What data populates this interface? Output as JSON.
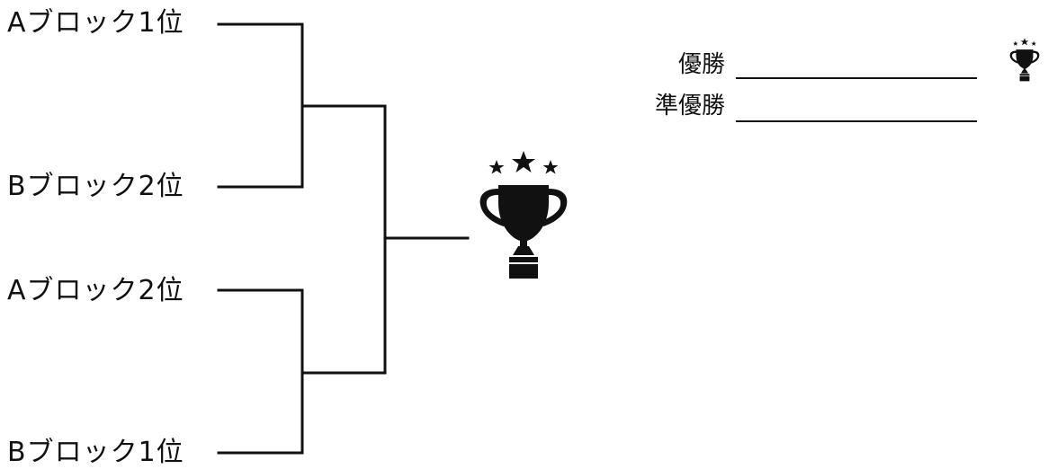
{
  "bracket": {
    "entrants": [
      {
        "label": "Aブロック1位"
      },
      {
        "label": "Bブロック2位"
      },
      {
        "label": "Aブロック2位"
      },
      {
        "label": "Bブロック1位"
      }
    ]
  },
  "results": {
    "winner_label": "優勝",
    "runner_up_label": "準優勝"
  },
  "icons": {
    "main": "trophy-icon",
    "small": "trophy-icon"
  },
  "colors": {
    "line": "#111111",
    "trophy": "#111111"
  }
}
